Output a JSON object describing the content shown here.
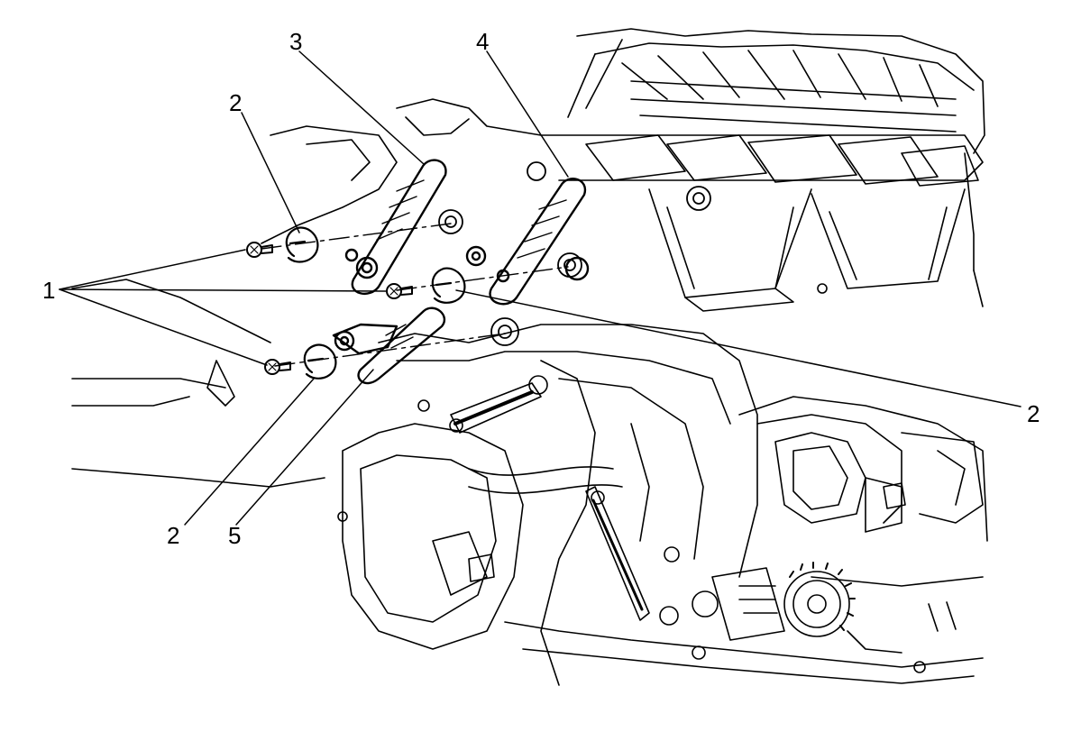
{
  "callouts": {
    "fastener_group": "1",
    "ring_upper_left": "2",
    "ring_right": "2",
    "ring_lower": "2",
    "actuator_arm_3": "3",
    "actuator_arm_4": "4",
    "actuator_arm_5": "5"
  },
  "colors": {
    "ink": "#000000",
    "paper": "#ffffff"
  }
}
